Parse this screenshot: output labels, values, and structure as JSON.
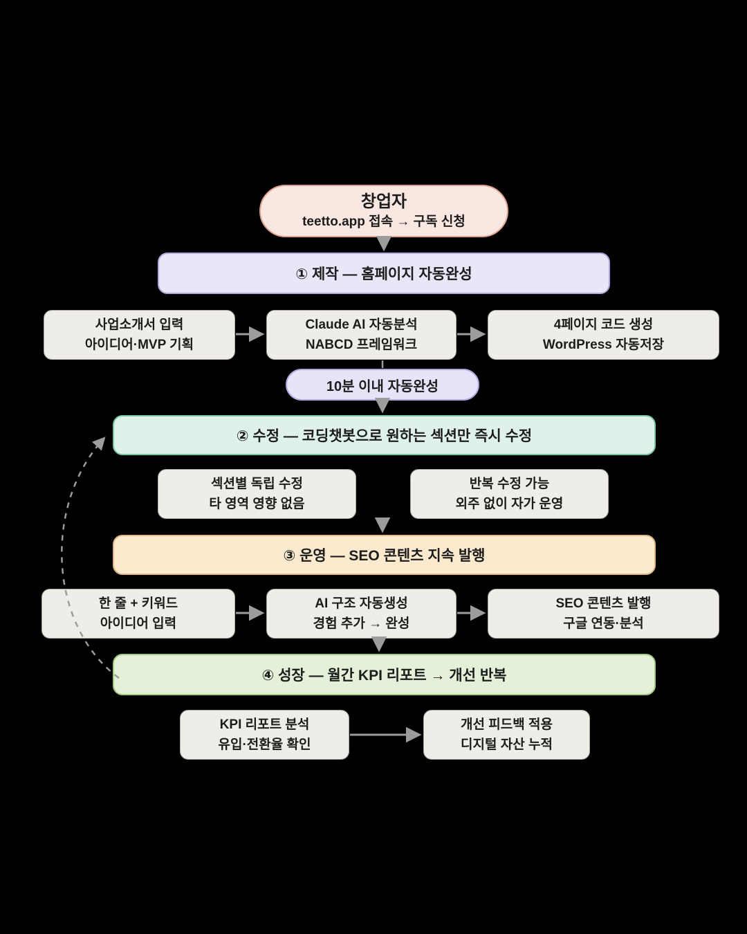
{
  "diagram": {
    "founder": {
      "title": "창업자",
      "subtitle": "teetto.app 접속 → 구독 신청"
    },
    "stage1": {
      "label": "① 제작 — 홈페이지 자동완성"
    },
    "stage1_items": [
      {
        "line1": "사업소개서 입력",
        "line2": "아이디어·MVP 기획"
      },
      {
        "line1": "Claude AI 자동분석",
        "line2": "NABCD 프레임워크"
      },
      {
        "line1": "4페이지 코드 생성",
        "line2": "WordPress 자동저장"
      }
    ],
    "badge": {
      "label": "10분 이내 자동완성"
    },
    "stage2": {
      "label": "② 수정 — 코딩챗봇으로 원하는 섹션만 즉시 수정"
    },
    "stage2_items": [
      {
        "line1": "섹션별 독립 수정",
        "line2": "타 영역 영향 없음"
      },
      {
        "line1": "반복 수정 가능",
        "line2": "외주 없이 자가 운영"
      }
    ],
    "stage3": {
      "label": "③ 운영 — SEO 콘텐츠 지속 발행"
    },
    "stage3_items": [
      {
        "line1": "한 줄 + 키워드",
        "line2": "아이디어 입력"
      },
      {
        "line1": "AI 구조 자동생성",
        "line2": "경험 추가 → 완성"
      },
      {
        "line1": "SEO 콘텐츠 발행",
        "line2": "구글 연동·분석"
      }
    ],
    "stage4": {
      "label": "④ 성장 — 월간 KPI 리포트 → 개선 반복"
    },
    "stage4_items": [
      {
        "line1": "KPI 리포트 분석",
        "line2": "유입·전환율 확인"
      },
      {
        "line1": "개선 피드백 적용",
        "line2": "디지털 자산 누적"
      }
    ],
    "colors": {
      "background": "#000000",
      "founder_fill": "#f9e8e1",
      "founder_border": "#e0a28e",
      "stage1_fill": "#e9e6f8",
      "stage1_border": "#b0a8de",
      "stage2_fill": "#dff2e9",
      "stage2_border": "#7cc6a6",
      "stage3_fill": "#fbeace",
      "stage3_border": "#e2b783",
      "stage4_fill": "#e4f0d7",
      "stage4_border": "#a3cc81",
      "item_fill": "#efede7",
      "item_border": "#a9a79f",
      "text": "#1c1c1c",
      "arrow": "#9c9c9c"
    }
  }
}
